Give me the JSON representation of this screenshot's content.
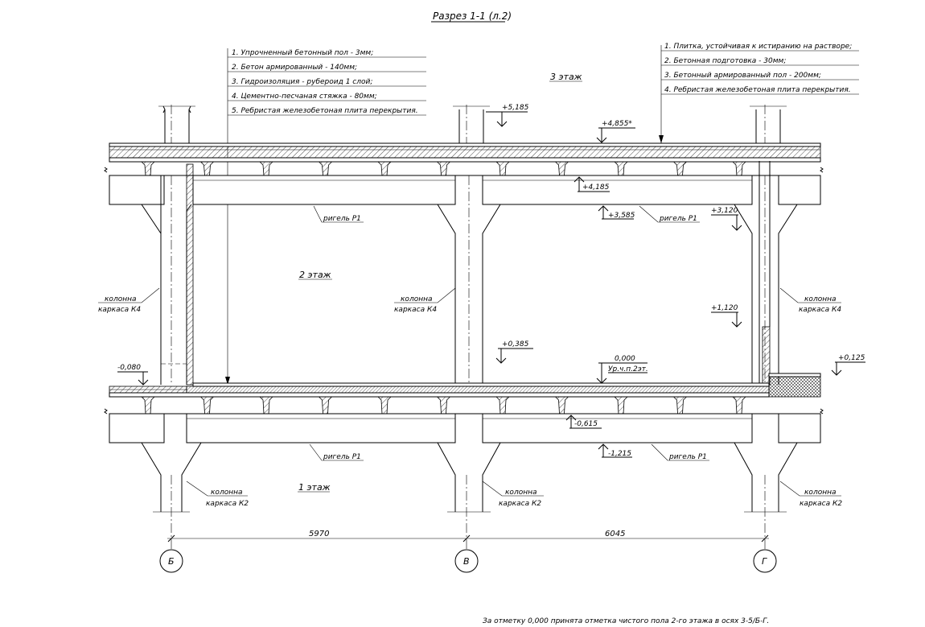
{
  "title": "Разрез 1-1 (л.2)",
  "floors": {
    "third": "3 этаж",
    "second": "2 этаж",
    "first": "1 этаж"
  },
  "left_legend": [
    "1. Упрочненный бетонный пол - 3мм;",
    "2. Бетон армированный - 140мм;",
    "3. Гидроизоляция - рубероид 1 слой;",
    "4. Цементно-песчаная стяжка - 80мм;",
    "5. Ребристая железобетоная плита перекрытия."
  ],
  "right_legend": [
    "1. Плитка, устойчивая к истиранию на растворе;",
    "2. Бетонная подготовка - 30мм;",
    "3. Бетонный армированный пол - 200мм;",
    "4. Ребристая железобетоная плита перекрытия."
  ],
  "levels": {
    "l5185": "+5,185",
    "l4855": "+4,855*",
    "l4185": "+4,185",
    "l3585": "+3,585",
    "l3120": "+3,120",
    "l1120": "+1,120",
    "l0385": "+0,385",
    "l0000": "0,000",
    "l0000_note": "Ур.ч.п.2эт.",
    "lm0080": "-0,080",
    "l0125": "+0,125",
    "lm0615": "-0,615",
    "lm1215": "-1,215"
  },
  "labels": {
    "beam": "ригель Р1",
    "column_k4_1": "колонна",
    "column_k4_2": "каркаса К4",
    "column_k2_1": "колонна",
    "column_k2_2": "каркаса К2"
  },
  "dimensions": {
    "span_1": "5970",
    "span_2": "6045"
  },
  "axes": [
    "Б",
    "В",
    "Г"
  ],
  "footnote": "За отметку 0,000 принята отметка чистого пола 2-го этажа в осях 3-5/Б-Г."
}
